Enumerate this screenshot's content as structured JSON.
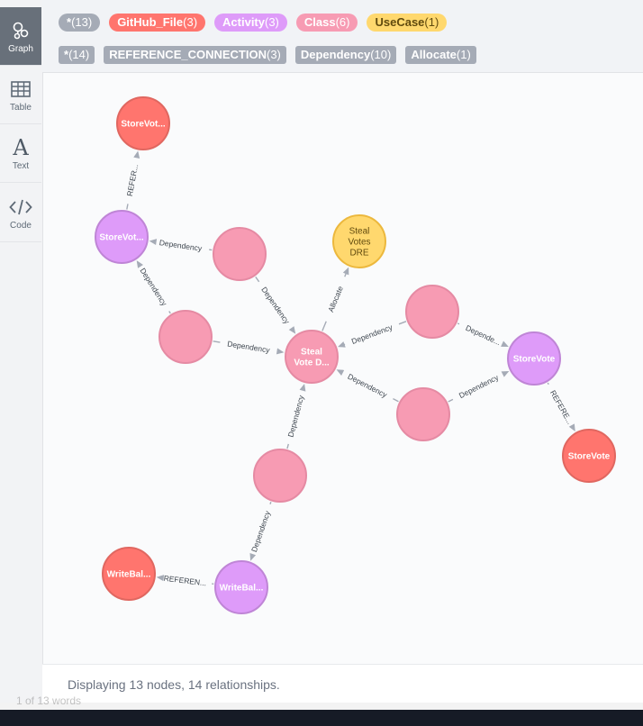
{
  "sidebar": {
    "items": [
      {
        "label": "Graph",
        "icon": "graph-icon",
        "active": true
      },
      {
        "label": "Table",
        "icon": "table-icon",
        "active": false
      },
      {
        "label": "Text",
        "icon": "text-icon",
        "active": false
      },
      {
        "label": "Code",
        "icon": "code-icon",
        "active": false
      }
    ]
  },
  "node_labels": [
    {
      "name": "*",
      "count": "(13)",
      "color": "#a5abb6"
    },
    {
      "name": "GitHub_File",
      "count": "(3)",
      "color": "#ff756e"
    },
    {
      "name": "Activity",
      "count": "(3)",
      "color": "#de9bf9"
    },
    {
      "name": "Class",
      "count": "(6)",
      "color": "#f79bb3"
    },
    {
      "name": "UseCase",
      "count": "(1)",
      "color": "#ffd86e"
    }
  ],
  "relationship_types": [
    {
      "name": "*",
      "count": "(14)"
    },
    {
      "name": "REFERENCE_CONNECTION",
      "count": "(3)"
    },
    {
      "name": "Dependency",
      "count": "(10)"
    },
    {
      "name": "Allocate",
      "count": "(1)"
    }
  ],
  "colors": {
    "GitHub_File": {
      "fill": "#ff756e",
      "stroke": "#e06760"
    },
    "Activity": {
      "fill": "#de9bf9",
      "stroke": "#bf85d6"
    },
    "Class": {
      "fill": "#f79bb3",
      "stroke": "#e58aa3"
    },
    "UseCase": {
      "fill": "#ffd86e",
      "stroke": "#ecb83d"
    },
    "edge": "#a5abb6"
  },
  "graph": {
    "nodes": [
      {
        "id": "gh1",
        "type": "GitHub_File",
        "caption": "StoreVot...",
        "lines": [
          "StoreVot..."
        ]
      },
      {
        "id": "act1",
        "type": "Activity",
        "caption": "StoreVot...",
        "lines": [
          "StoreVot..."
        ]
      },
      {
        "id": "c1",
        "type": "Class",
        "caption": "",
        "lines": []
      },
      {
        "id": "uc",
        "type": "UseCase",
        "caption": "Steal Votes DRE",
        "lines": [
          "Steal",
          "Votes",
          "DRE"
        ]
      },
      {
        "id": "c2",
        "type": "Class",
        "caption": "",
        "lines": []
      },
      {
        "id": "cmain",
        "type": "Class",
        "caption": "Steal Vote D...",
        "lines": [
          "Steal",
          "Vote D..."
        ]
      },
      {
        "id": "c3",
        "type": "Class",
        "caption": "",
        "lines": []
      },
      {
        "id": "act2",
        "type": "Activity",
        "caption": "StoreVote",
        "lines": [
          "StoreVote"
        ]
      },
      {
        "id": "c4",
        "type": "Class",
        "caption": "",
        "lines": []
      },
      {
        "id": "gh2",
        "type": "GitHub_File",
        "caption": "StoreVote",
        "lines": [
          "StoreVote"
        ]
      },
      {
        "id": "c5",
        "type": "Class",
        "caption": "",
        "lines": []
      },
      {
        "id": "gh3",
        "type": "GitHub_File",
        "caption": "WriteBal...",
        "lines": [
          "WriteBal..."
        ]
      },
      {
        "id": "act3",
        "type": "Activity",
        "caption": "WriteBal...",
        "lines": [
          "WriteBal..."
        ]
      }
    ],
    "relationships": [
      {
        "from": "act1",
        "to": "gh1",
        "label": "REFER..."
      },
      {
        "from": "c1",
        "to": "act1",
        "label": "Dependency"
      },
      {
        "from": "c2",
        "to": "act1",
        "label": "Dependency"
      },
      {
        "from": "c1",
        "to": "cmain",
        "label": "Dependency"
      },
      {
        "from": "c2",
        "to": "cmain",
        "label": "Dependency"
      },
      {
        "from": "cmain",
        "to": "uc",
        "label": "Allocate"
      },
      {
        "from": "c3",
        "to": "cmain",
        "label": "Dependency"
      },
      {
        "from": "c3",
        "to": "act2",
        "label": "Depende..."
      },
      {
        "from": "c4",
        "to": "cmain",
        "label": "Dependency"
      },
      {
        "from": "c4",
        "to": "act2",
        "label": "Dependency"
      },
      {
        "from": "act2",
        "to": "gh2",
        "label": "REFERE..."
      },
      {
        "from": "c5",
        "to": "cmain",
        "label": "Dependency"
      },
      {
        "from": "c5",
        "to": "act3",
        "label": "Dependency"
      },
      {
        "from": "act3",
        "to": "gh3",
        "label": "REFEREN..."
      }
    ]
  },
  "footer": {
    "status": "Displaying 13 nodes, 14 relationships."
  },
  "underlay": {
    "text": "1 of 13 words"
  }
}
